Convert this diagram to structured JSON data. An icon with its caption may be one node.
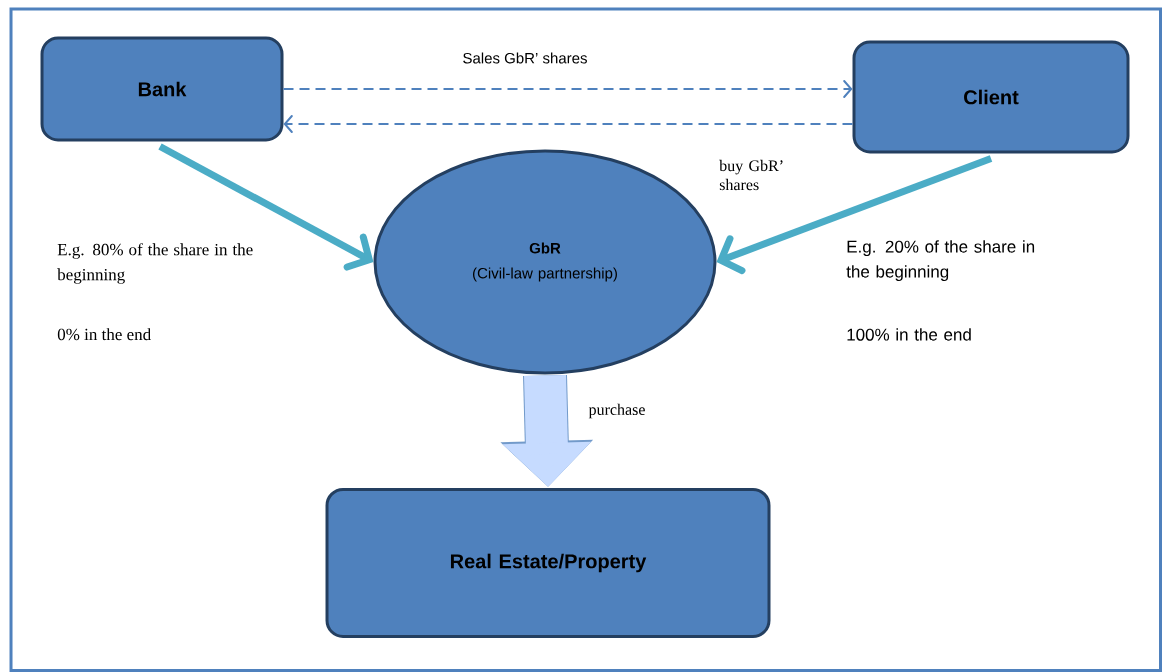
{
  "diagram": {
    "nodes": [
      {
        "text": [
          "Bank"
        ]
      },
      {
        "text": [
          "Client"
        ]
      },
      {
        "text": [
          "GbR",
          "(Civil-law partnership)"
        ]
      },
      {
        "text": [
          "Real Estate/Property"
        ]
      }
    ],
    "edges": [
      {
        "from": 0,
        "to": 1,
        "arrow": "to",
        "label": "Sales GbR’ shares",
        "style": "dashed",
        "color": "#4f81bd"
      },
      {
        "from": 1,
        "to": 0,
        "arrow": "to",
        "label": "buy GbR’ shares",
        "style": "dashed",
        "color": "#4f81bd"
      },
      {
        "from": 0,
        "to": 2,
        "arrow": "to",
        "color": "#4bacc6"
      },
      {
        "from": 1,
        "to": 2,
        "arrow": "to",
        "color": "#4bacc6"
      },
      {
        "from": 2,
        "to": 3,
        "arrow": "to",
        "label": "purchase",
        "style": "thick",
        "color": "#c6dbff"
      }
    ],
    "labels": [
      "E.g. 80% of the share in the beginning",
      "0% in the end",
      "E.g. 20% of the share in the beginning",
      "100% in the end"
    ]
  }
}
